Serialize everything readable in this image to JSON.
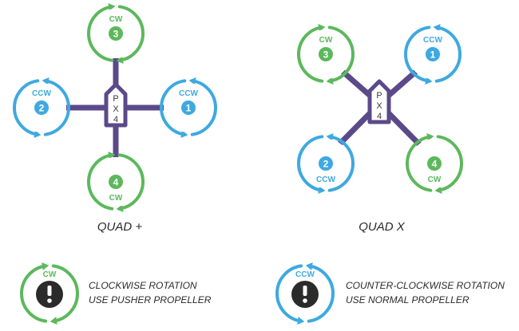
{
  "colors": {
    "cw": "#5cb85c",
    "ccw": "#3ea9e0",
    "frame": "#5b4a8a",
    "warning_icon": "#2b2b2b"
  },
  "quad_plus": {
    "title": "QUAD +",
    "controller": [
      "P",
      "X",
      "4"
    ],
    "motors": [
      {
        "id": "1",
        "rotation": "ccw",
        "label": "CCW"
      },
      {
        "id": "2",
        "rotation": "ccw",
        "label": "CCW"
      },
      {
        "id": "3",
        "rotation": "cw",
        "label": "CW"
      },
      {
        "id": "4",
        "rotation": "cw",
        "label": "CW"
      }
    ]
  },
  "quad_x": {
    "title": "QUAD X",
    "controller": [
      "P",
      "X",
      "4"
    ],
    "motors": [
      {
        "id": "1",
        "rotation": "ccw",
        "label": "CCW"
      },
      {
        "id": "2",
        "rotation": "ccw",
        "label": "CCW"
      },
      {
        "id": "3",
        "rotation": "cw",
        "label": "CW"
      },
      {
        "id": "4",
        "rotation": "cw",
        "label": "CW"
      }
    ]
  },
  "legend": {
    "cw": {
      "label": "CW",
      "line1": "CLOCKWISE ROTATION",
      "line2": "USE PUSHER PROPELLER",
      "icon": "exclamation-icon"
    },
    "ccw": {
      "label": "CCW",
      "line1": "COUNTER-CLOCKWISE ROTATION",
      "line2": "USE NORMAL PROPELLER",
      "icon": "exclamation-icon"
    }
  }
}
